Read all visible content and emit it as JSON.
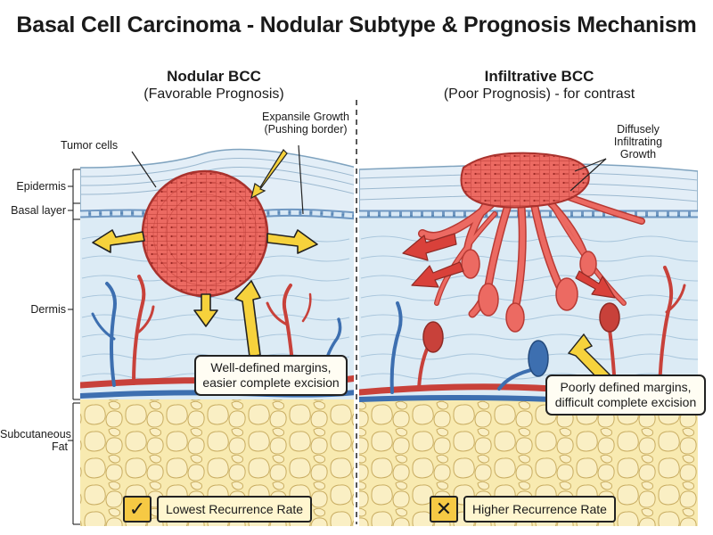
{
  "title": "Basal Cell Carcinoma - Nodular Subtype & Prognosis Mechanism",
  "left_panel": {
    "heading": "Nodular BCC",
    "subheading": "(Favorable Prognosis)",
    "labels": {
      "tumor_cells": "Tumor cells",
      "expansile_line1": "Expansile Growth",
      "expansile_line2": "(Pushing border)"
    },
    "callout_line1": "Well-defined margins,",
    "callout_line2": "easier complete excision",
    "badge_icon": "checkmark-icon",
    "badge_glyph": "✓",
    "badge_text": "Lowest Recurrence Rate"
  },
  "right_panel": {
    "heading": "Infiltrative BCC",
    "subheading": "(Poor Prognosis) - for contrast",
    "labels": {
      "diffuse_line1": "Diffusely",
      "diffuse_line2": "Infiltrating",
      "diffuse_line3": "Growth"
    },
    "callout_line1": "Poorly defined margins,",
    "callout_line2": "difficult complete excision",
    "badge_icon": "cross-icon",
    "badge_glyph": "✕",
    "badge_text": "Higher Recurrence Rate"
  },
  "layers": {
    "epidermis": "Epidermis",
    "basal_layer": "Basal layer",
    "dermis": "Dermis",
    "subcutaneous_line1": "Subcutaneous",
    "subcutaneous_line2": "Fat"
  },
  "colors": {
    "tumor": "#e8645c",
    "tumor_dark": "#b73a34",
    "dermis": "#dcebf5",
    "fat": "#f8eab0",
    "artery": "#c8413a",
    "vein": "#3d6fb0",
    "arrow_yellow": "#f6d23c",
    "arrow_red": "#d9413a"
  }
}
